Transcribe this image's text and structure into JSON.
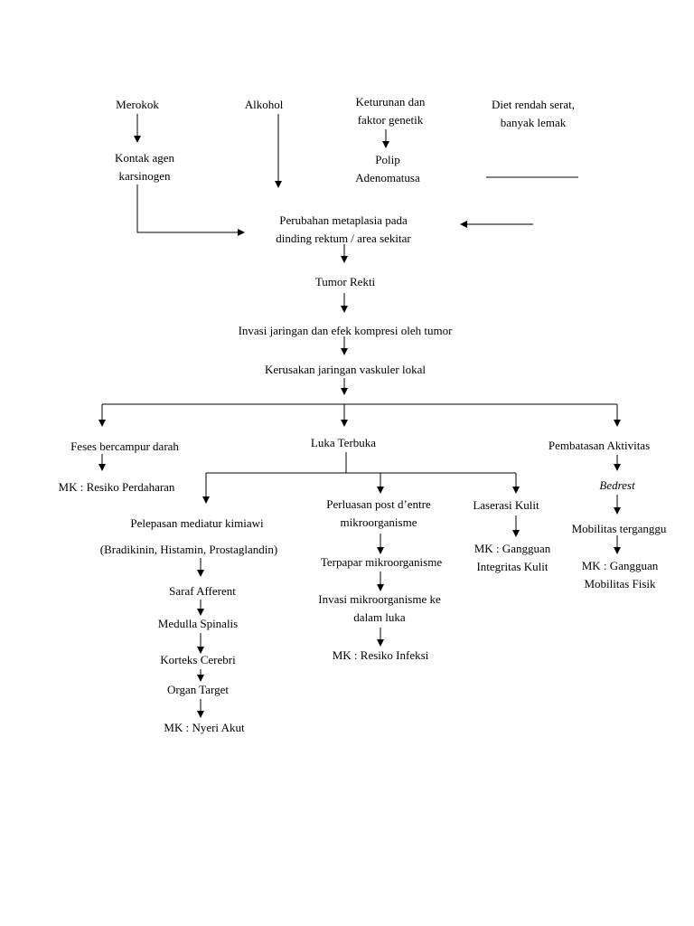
{
  "nodes": {
    "merokok": [
      "Merokok"
    ],
    "alkohol": [
      "Alkohol"
    ],
    "keturunan": [
      "Keturunan dan",
      "faktor genetik"
    ],
    "diet": [
      "Diet rendah serat,",
      "banyak lemak"
    ],
    "kontak": [
      "Kontak agen",
      "karsinogen"
    ],
    "polip": [
      "Polip",
      "Adenomatusa"
    ],
    "perubahan": [
      "Perubahan metaplasia pada",
      "dinding rektum / area sekitar"
    ],
    "tumor": [
      "Tumor Rekti"
    ],
    "invasi_jaringan": [
      "Invasi jaringan dan efek kompresi oleh tumor"
    ],
    "kerusakan": [
      "Kerusakan jaringan vaskuler lokal"
    ],
    "feses": [
      "Feses bercampur darah"
    ],
    "mk_perdarahan": [
      "MK : Resiko Perdaharan"
    ],
    "luka": [
      "Luka Terbuka"
    ],
    "pembatasan": [
      "Pembatasan Aktivitas"
    ],
    "bedrest": [
      "Bedrest"
    ],
    "mobilitas": [
      "Mobilitas terganggu"
    ],
    "mk_mobilitas": [
      "MK : Gangguan",
      "Mobilitas Fisik"
    ],
    "pelepasan": [
      "Pelepasan mediatur kimiawi"
    ],
    "bradikinin": [
      "(Bradikinin, Histamin, Prostaglandin)"
    ],
    "saraf": [
      "Saraf Afferent"
    ],
    "medulla": [
      "Medulla Spinalis"
    ],
    "korteks": [
      "Korteks Cerebri"
    ],
    "organ": [
      "Organ Target"
    ],
    "mk_nyeri": [
      "MK : Nyeri Akut"
    ],
    "perluasan": [
      "Perluasan post d’entre",
      "mikroorganisme"
    ],
    "terpapar": [
      "Terpapar mikroorganisme"
    ],
    "invasi_mikro": [
      "Invasi mikroorganisme ke",
      "dalam luka"
    ],
    "mk_infeksi": [
      "MK : Resiko Infeksi"
    ],
    "laserasi": [
      "Laserasi Kulit"
    ],
    "mk_integritas": [
      "MK : Gangguan",
      "Integritas Kulit"
    ]
  }
}
